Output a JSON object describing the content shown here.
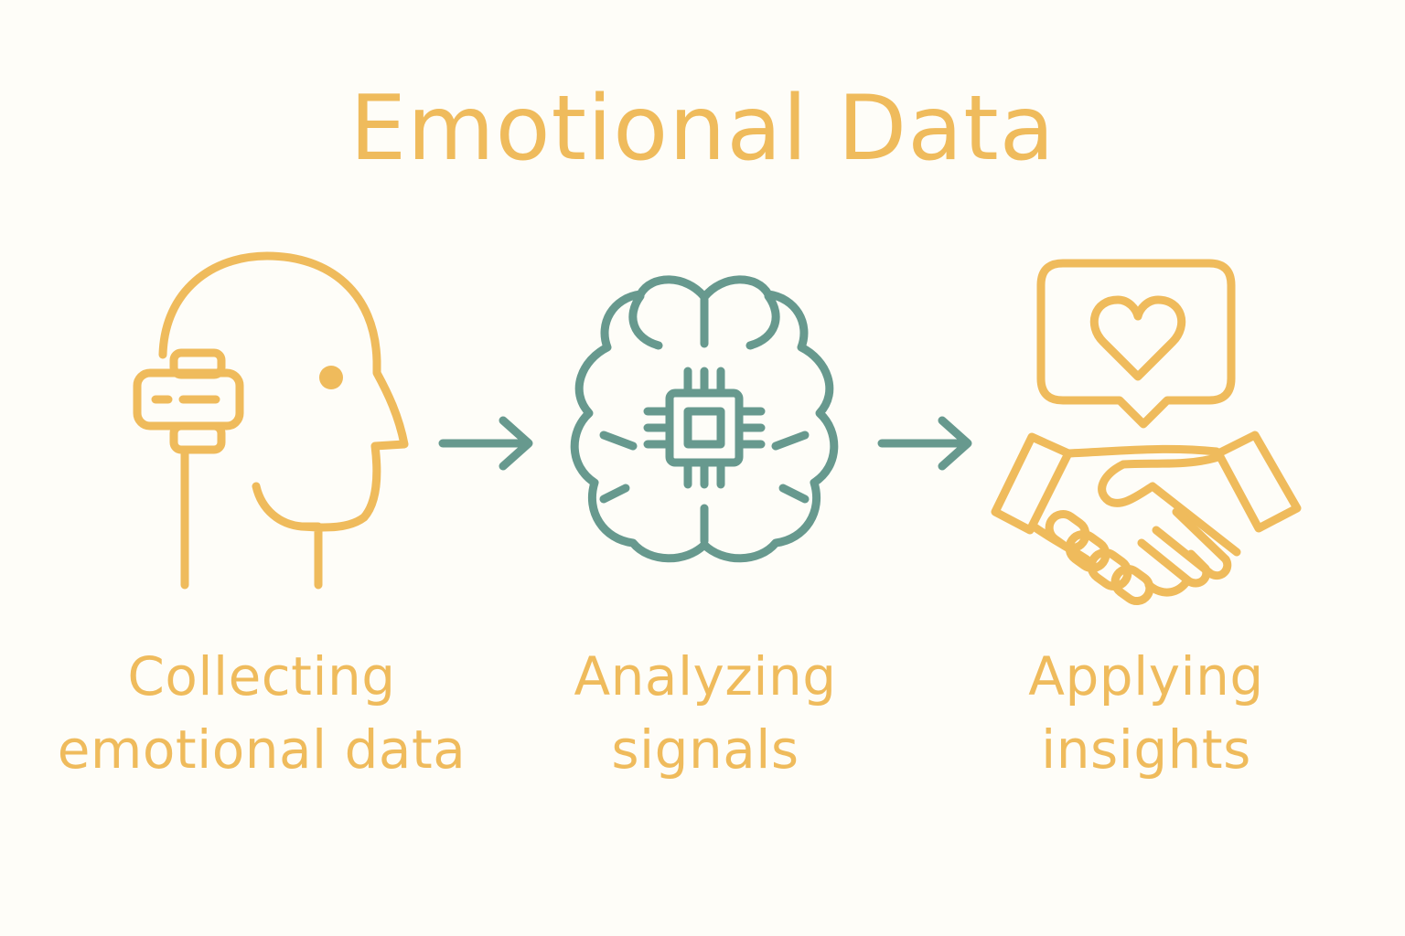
{
  "colors": {
    "accent": "#efbb5c",
    "teal": "#67998e",
    "background": "#fefdf8"
  },
  "title": "Emotional Data",
  "steps": [
    {
      "icon": "head-sensor-icon",
      "label_lines": [
        "Collecting",
        "emotional data"
      ]
    },
    {
      "icon": "brain-chip-icon",
      "label_lines": [
        "Analyzing",
        "signals"
      ]
    },
    {
      "icon": "handshake-heart-icon",
      "label_lines": [
        "Applying",
        "insights"
      ]
    }
  ],
  "connectors": [
    "arrow-right-icon",
    "arrow-right-icon"
  ]
}
